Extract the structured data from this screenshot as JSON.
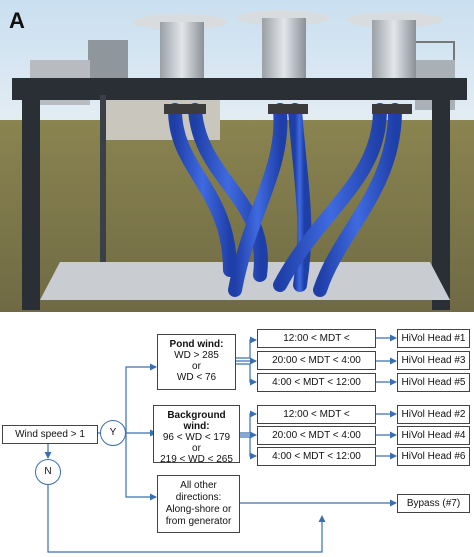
{
  "panel_label": "A",
  "photo": {
    "description_icon": "sampler-photo"
  },
  "flow": {
    "start": "Wind speed > 1",
    "yes": "Y",
    "no": "N",
    "pond": {
      "title": "Pond wind:",
      "line1": "WD > 285",
      "line2": "or",
      "line3": "WD < 76"
    },
    "background": {
      "title": "Background wind:",
      "line1": "96 < WD < 179",
      "line2": "or",
      "line3": "219 < WD < 265"
    },
    "other": {
      "line1": "All other",
      "line2": "directions:",
      "line3": "Along-shore or",
      "line4": "from generator"
    },
    "times": [
      "12:00 < MDT <",
      "20:00 < MDT < 4:00",
      "4:00 < MDT < 12:00"
    ],
    "pond_heads": [
      "HiVol Head #1",
      "HiVol Head #3",
      "HiVol Head #5"
    ],
    "background_heads": [
      "HiVol Head #2",
      "HiVol Head #4",
      "HiVol Head #6"
    ],
    "bypass": "Bypass (#7)"
  },
  "colors": {
    "arrow": "#3a6fb0",
    "sky": "#cfe0ee",
    "hose": "#2b54c8",
    "frame": "#2a2f36",
    "grass": "#7d7a4e"
  }
}
